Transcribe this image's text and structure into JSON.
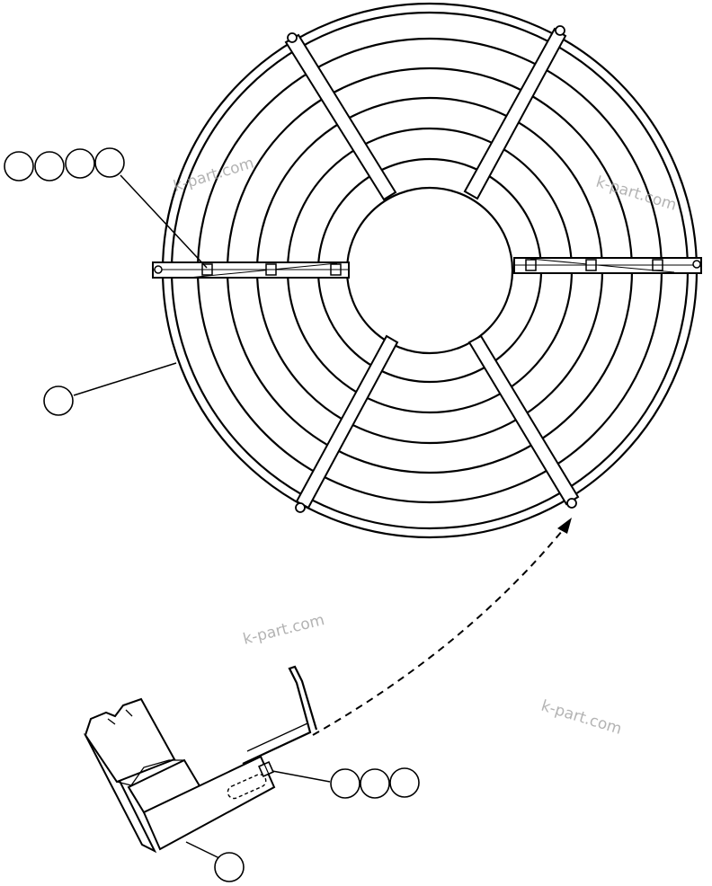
{
  "watermark_text": "k-part.com",
  "callout_groups": [
    {
      "name": "callout-group-1",
      "count": 4
    },
    {
      "name": "callout-group-2",
      "count": 1
    },
    {
      "name": "callout-group-3",
      "count": 3
    },
    {
      "name": "callout-group-4",
      "count": 1
    }
  ]
}
